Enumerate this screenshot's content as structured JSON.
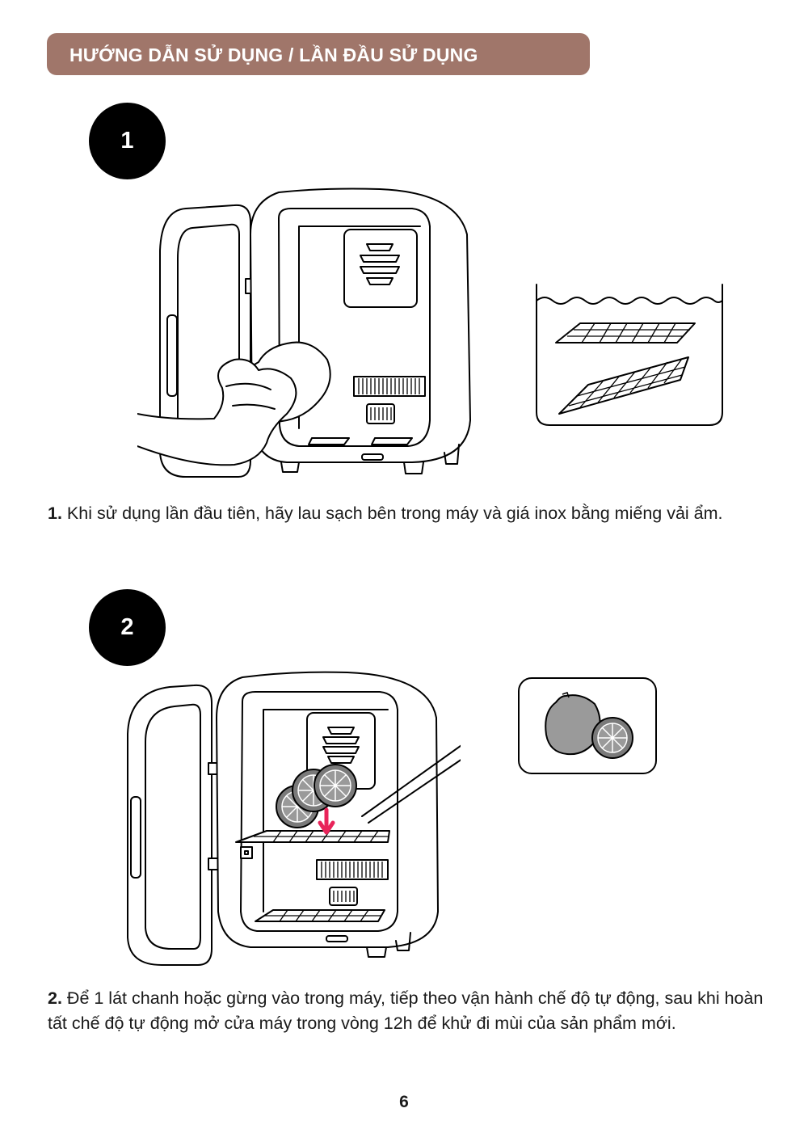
{
  "header": {
    "title": "HƯỚNG DẪN SỬ DỤNG / LẦN ĐẦU SỬ DỤNG",
    "color": "#a0766a"
  },
  "steps": [
    {
      "badge": "1",
      "number": "1.",
      "text": "Khi sử dụng lần đầu tiên, hãy lau sạch bên trong máy và giá inox bằng miếng vải ẩm."
    },
    {
      "badge": "2",
      "number": "2.",
      "text": "Để 1 lát chanh hoặc gừng vào trong máy, tiếp theo vận hành chế độ tự động, sau khi hoàn tất chế độ tự động mở cửa máy trong vòng 12h để khử đi mùi của sản phẩm mới."
    }
  ],
  "page_number": "6",
  "colors": {
    "arrow": "#e8245a",
    "lemon": "#9a9a9a"
  }
}
